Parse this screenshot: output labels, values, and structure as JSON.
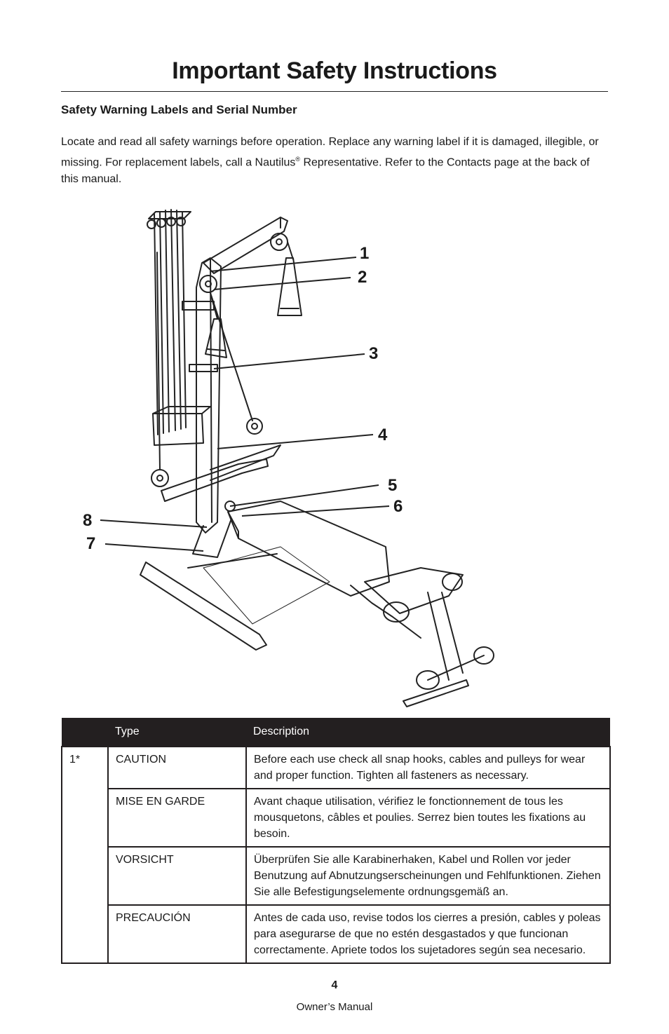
{
  "title": "Important Safety Instructions",
  "section_heading": "Safety Warning Labels and Serial Number",
  "intro": {
    "before_reg": "Locate and read all safety warnings before operation. Replace any warning label if it is damaged, illegible, or missing. For replacement labels, call a Nautilus",
    "reg_mark": "®",
    "after_reg": " Representative. Refer to the Contacts page at the back of this manual."
  },
  "callouts": [
    "1",
    "2",
    "3",
    "4",
    "5",
    "6",
    "7",
    "8"
  ],
  "table": {
    "headers": [
      "",
      "Type",
      "Description"
    ],
    "group_number": "1*",
    "rows": [
      {
        "type": "CAUTION",
        "description": "Before each use check all snap hooks, cables and pulleys for wear and proper function. Tighten all fasteners as necessary."
      },
      {
        "type": "MISE EN GARDE",
        "description": "Avant chaque utilisation, vérifiez le fonctionnement de tous les mousquetons, câbles et poulies. Serrez bien toutes les fixations au besoin."
      },
      {
        "type": "VORSICHT",
        "description": "Überprüfen Sie alle Karabinerhaken, Kabel und Rollen vor jeder Benutzung auf Abnutzungserscheinungen und Fehlfunktionen. Ziehen Sie alle Befestigungselemente ordnungsgemäß an."
      },
      {
        "type": "PRECAUCIÓN",
        "description": "Antes de cada uso, revise todos los cierres a presión, cables y poleas para asegurarse de que no estén desgastados y que funcionan correctamente. Apriete todos los sujetadores según sea necesario."
      }
    ]
  },
  "page_number": "4",
  "footer": "Owner’s Manual"
}
